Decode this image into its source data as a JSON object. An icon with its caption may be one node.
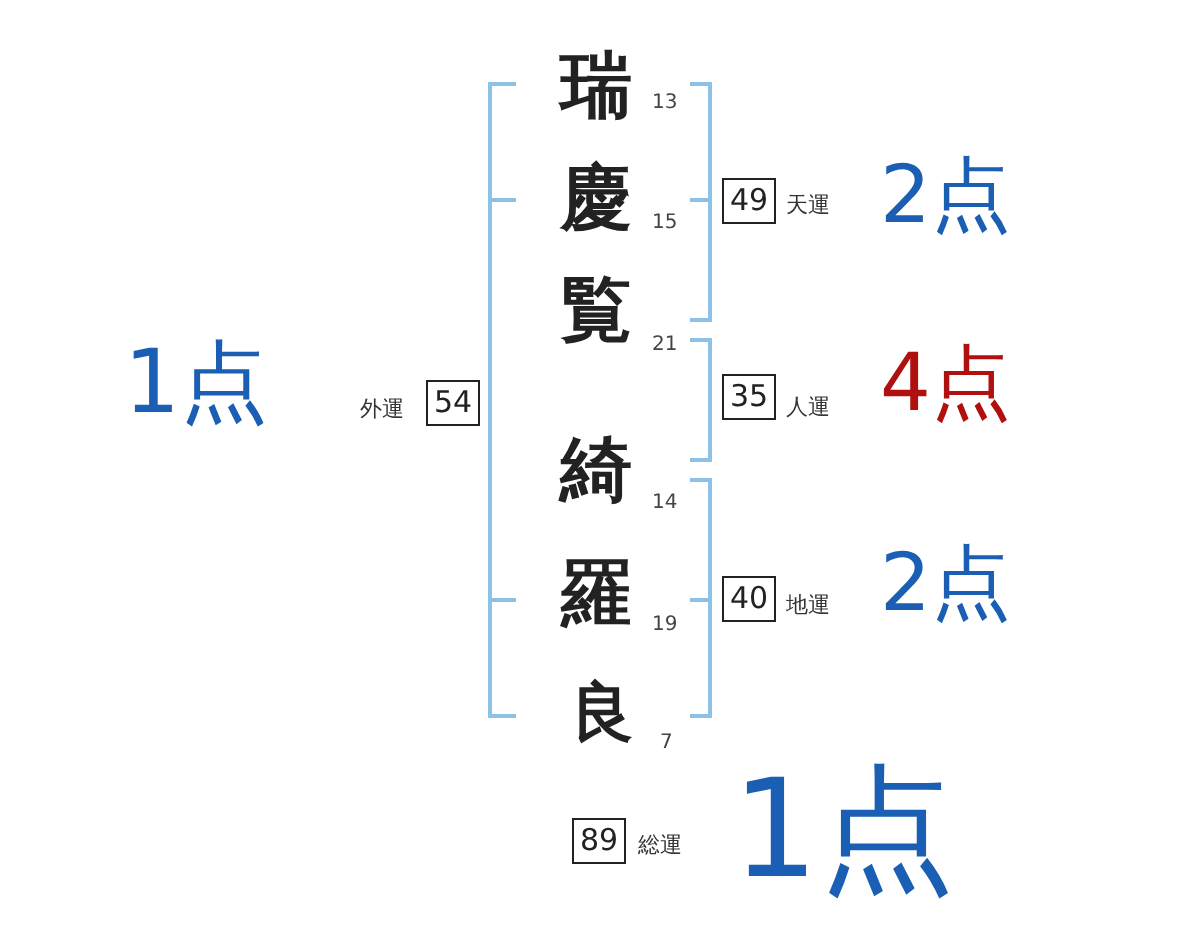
{
  "diagram": {
    "nodes": [
      {
        "text": [
          "49"
        ],
        "beside": [
          "天運"
        ]
      },
      {
        "text": [
          "35"
        ],
        "beside": [
          "人運"
        ]
      },
      {
        "text": [
          "40"
        ],
        "beside": [
          "地運"
        ]
      },
      {
        "text": [
          "54"
        ],
        "beside": [
          "外運"
        ]
      },
      {
        "text": [
          "89"
        ],
        "beside": [
          "総運"
        ]
      }
    ],
    "edges": [],
    "labels": [
      "瑞",
      "13",
      "慶",
      "15",
      "2点",
      "1点",
      "覧",
      "21",
      "4点",
      "綺",
      "14",
      "羅",
      "19",
      "2点",
      "良",
      "7",
      "1点"
    ]
  }
}
